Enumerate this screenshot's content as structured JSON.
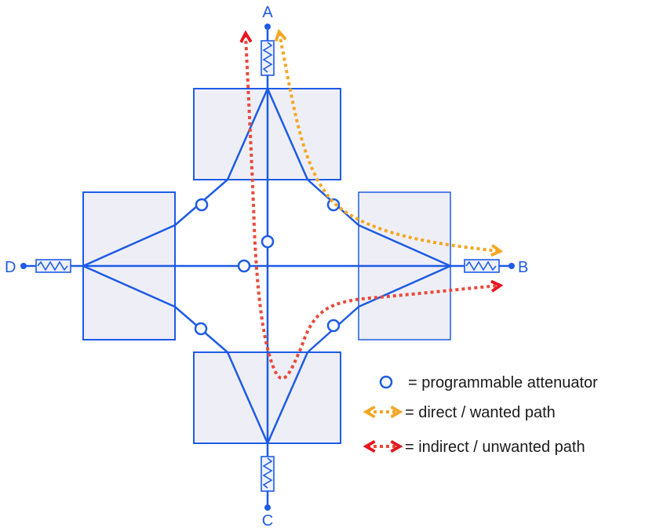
{
  "ports": {
    "a": "A",
    "b": "B",
    "c": "C",
    "d": "D"
  },
  "legend": {
    "attenuator": "= programmable attenuator",
    "direct": "= direct / wanted path",
    "indirect": "= indirect / unwanted path"
  },
  "colors": {
    "line": "#1e5be6",
    "box_fill": "#eeeff6",
    "direct_path": "#f5a623",
    "indirect_path": "#e84a3c",
    "arrow_red": "#e8141e"
  }
}
